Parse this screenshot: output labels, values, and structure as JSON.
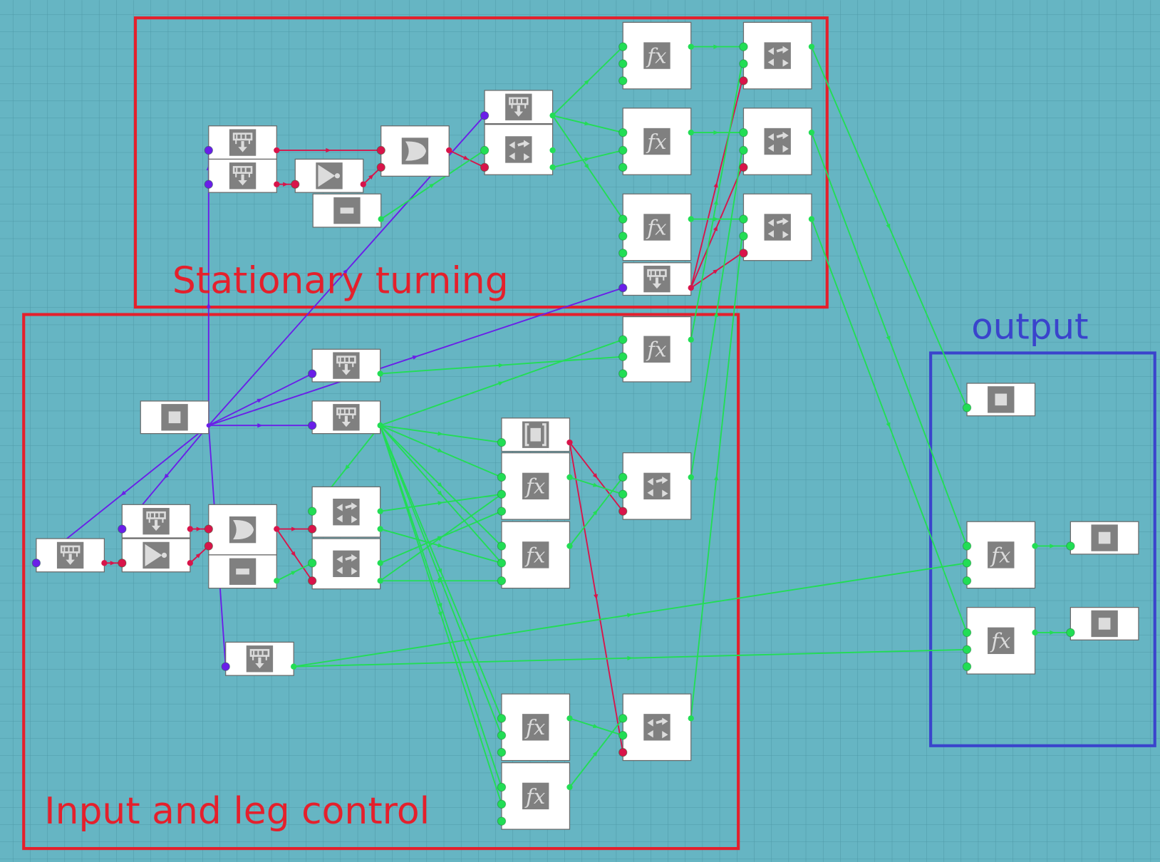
{
  "colors": {
    "background": "#66b5c3",
    "grid": "#4f9aa8",
    "group_frame_red": "#e4202c",
    "group_frame_blue": "#3a44cc",
    "wire_purple": "#6a1ee8",
    "wire_green": "#22dd55",
    "wire_red": "#d8144a"
  },
  "groups": [
    {
      "id": "stationary",
      "label": "Stationary turning",
      "color": "#e4202c"
    },
    {
      "id": "input",
      "label": "Input and leg control",
      "color": "#e4202c"
    },
    {
      "id": "output",
      "label": "output",
      "color": "#3a44cc"
    }
  ],
  "node_types": {
    "fx": "fx-function-icon",
    "input": "keypad-input-icon",
    "mux": "multiplexer-switch-icon",
    "or": "or-gate-icon",
    "not": "not-gate-icon",
    "minus": "minus-constant-icon",
    "square": "stop-output-icon",
    "bracket": "hold-latch-icon"
  },
  "fx_glyph": "fx"
}
